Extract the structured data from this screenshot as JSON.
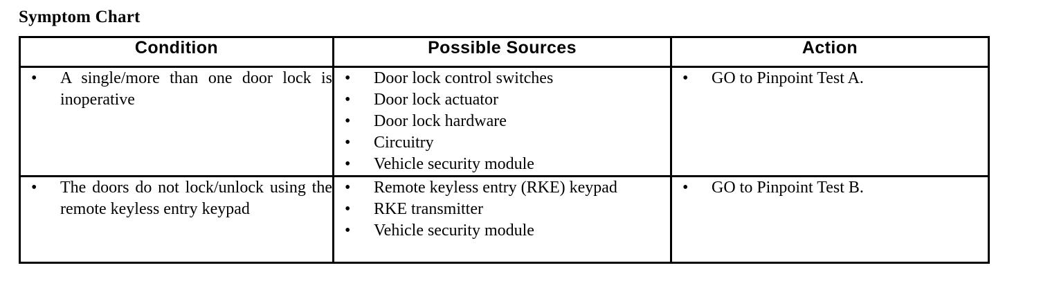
{
  "title": "Symptom Chart",
  "table": {
    "headers": [
      {
        "label": "Condition"
      },
      {
        "label": "Possible Sources"
      },
      {
        "label": "Action"
      }
    ],
    "bullet_glyph": "•",
    "rows": [
      {
        "condition": [
          "A single/more than one door lock is inoperative"
        ],
        "sources": [
          "Door lock control switches",
          "Door lock actuator",
          "Door lock hardware",
          "Circuitry",
          "Vehicle security module"
        ],
        "action": [
          "GO to Pinpoint Test A."
        ]
      },
      {
        "condition": [
          "The doors do not lock/unlock using the remote keyless entry keypad"
        ],
        "sources": [
          "Remote keyless entry (RKE) keypad",
          "RKE transmitter",
          "Vehicle security module"
        ],
        "action": [
          "GO to Pinpoint Test B."
        ]
      }
    ]
  }
}
